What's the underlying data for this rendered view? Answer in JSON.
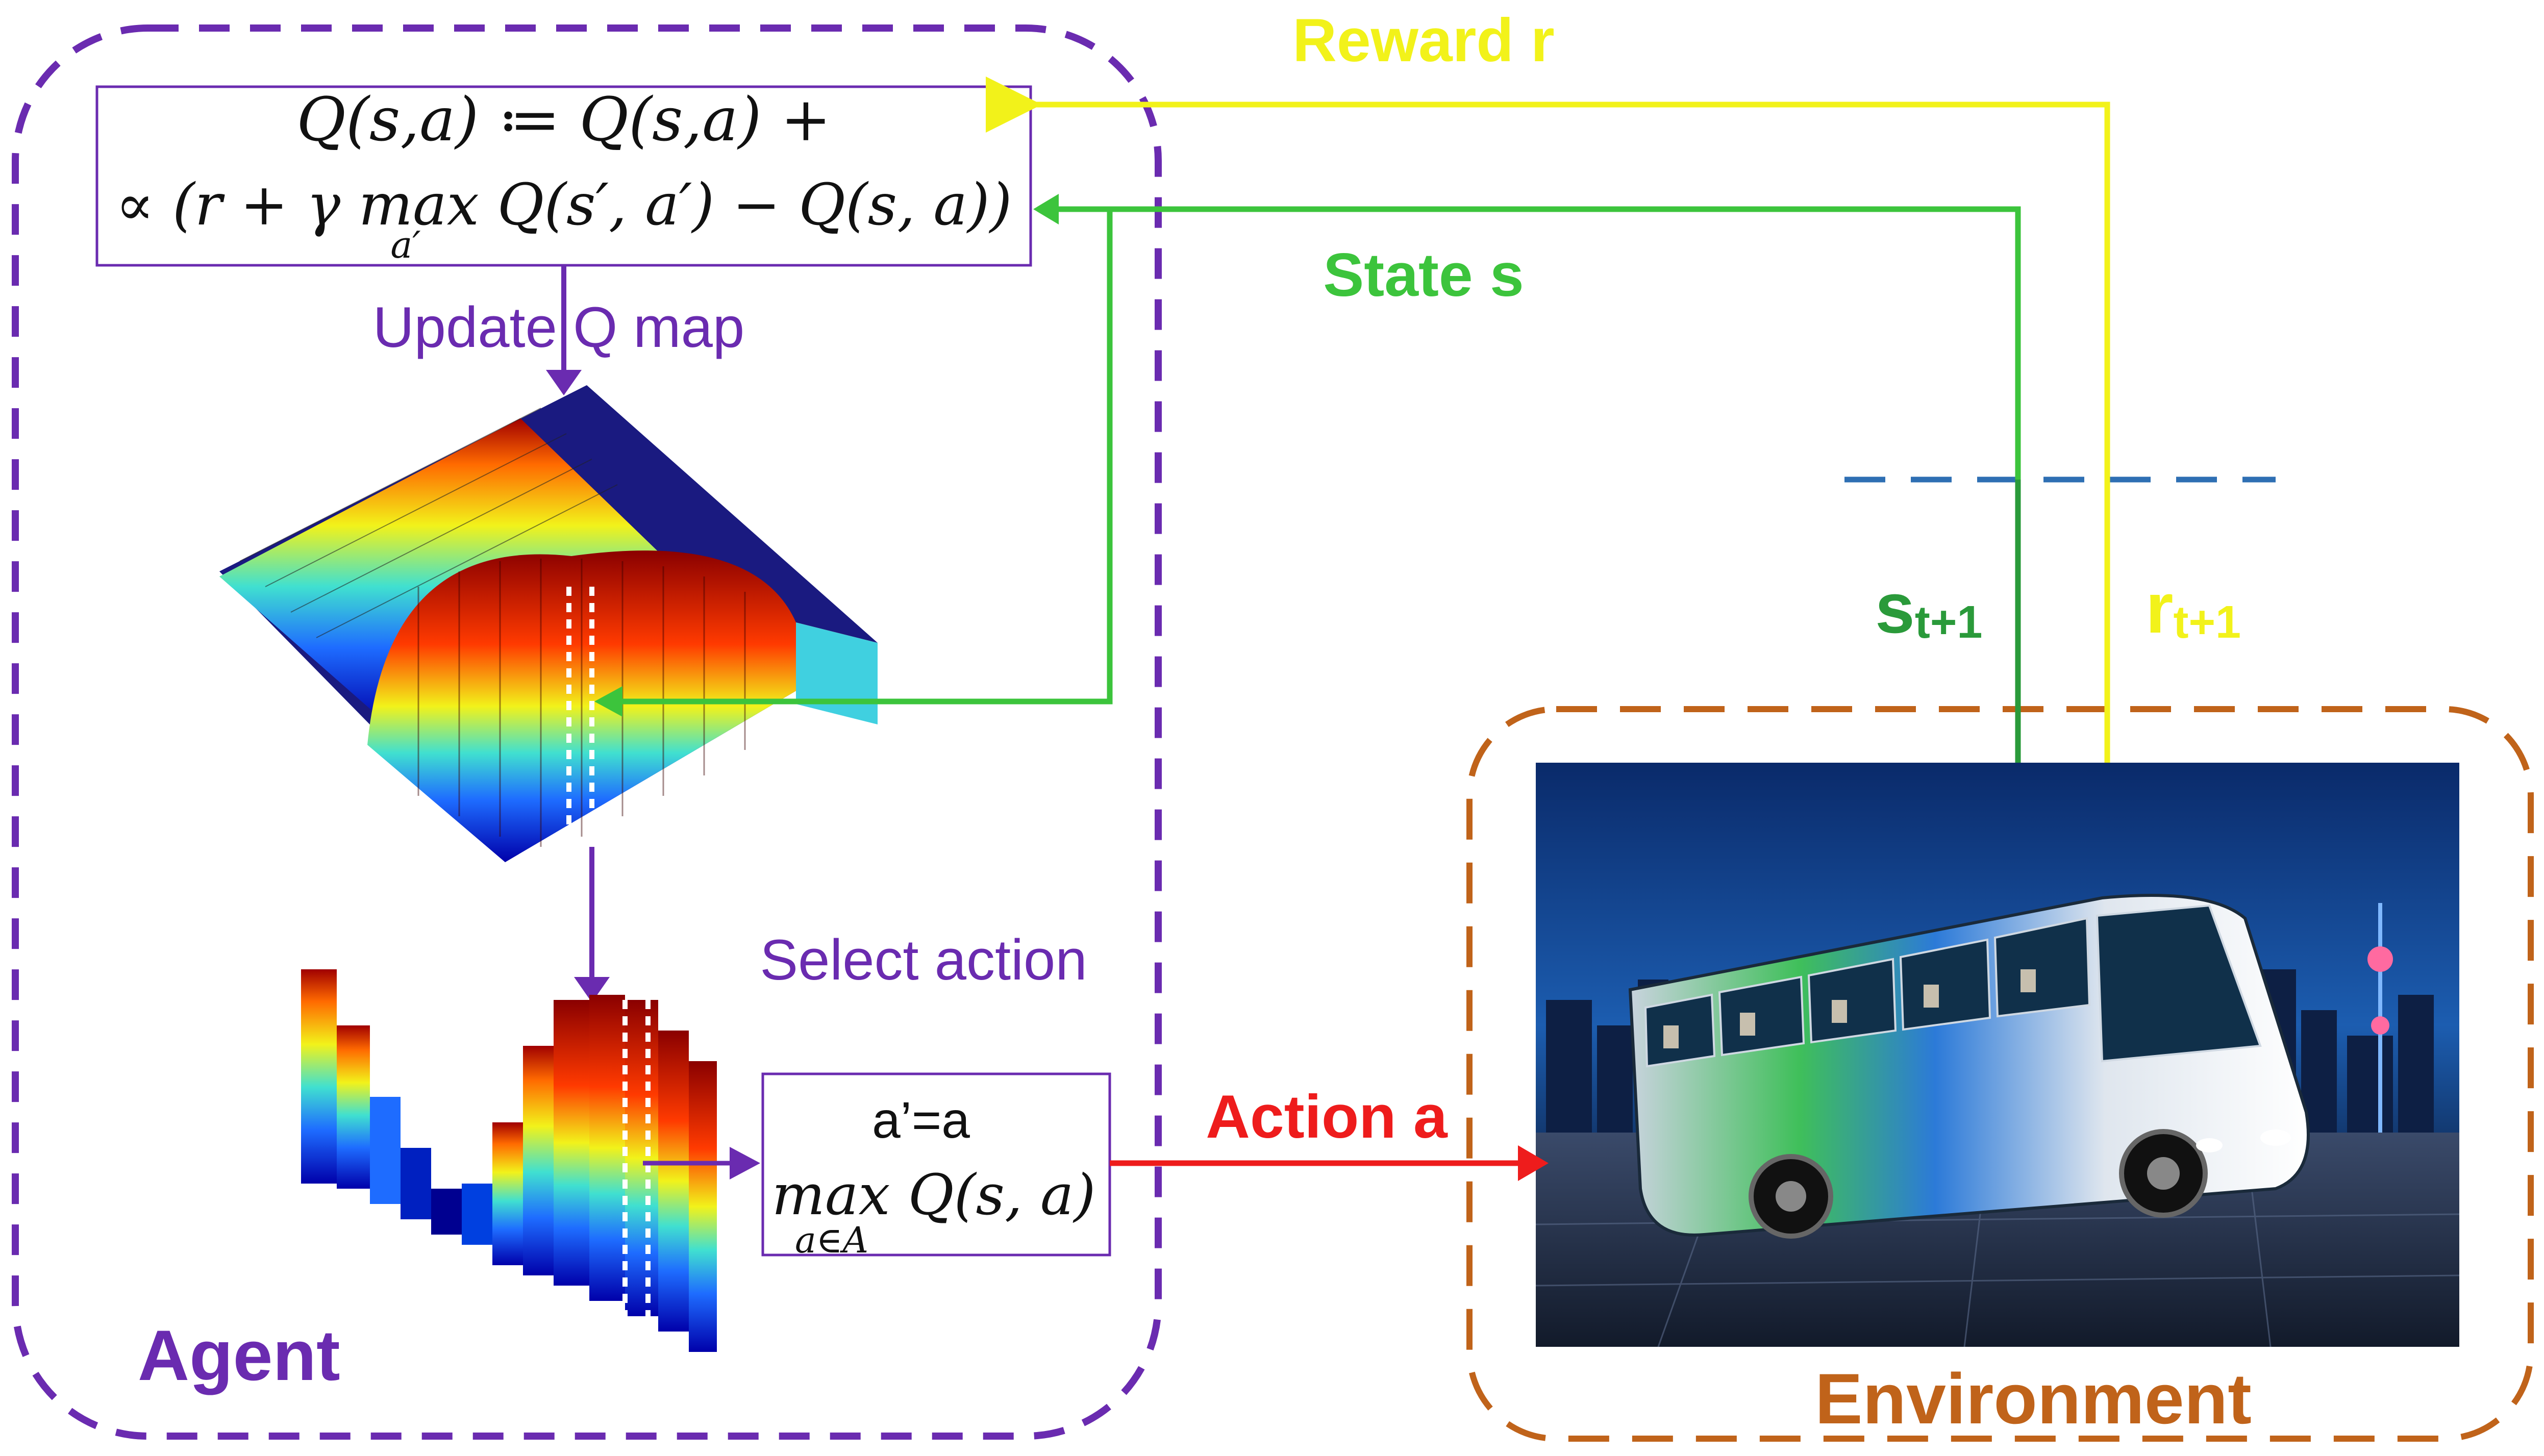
{
  "colors": {
    "agent_border": "#6a2bb0",
    "environment_border": "#c0631a",
    "reward": "#f2f21a",
    "state": "#3cc43c",
    "state_next": "#2a9a3a",
    "action": "#ee1c1c",
    "dash_line": "#2e6fb3",
    "formula_border": "#6a2bb0"
  },
  "agent": {
    "label": "Agent",
    "update_formula_line1": "Q(s,a) ≔ Q(s,a) +",
    "update_formula_line2": "∝ (r + γ max Q(s′, a′) − Q(s, a))",
    "update_formula_sub": "a′",
    "update_label": "Update Q map",
    "select_label": "Select action",
    "action_formula_line1": "a’=a",
    "action_formula_line2": "max Q(s, a)",
    "action_formula_sub": "a∈A"
  },
  "environment": {
    "label": "Environment",
    "image": "bus-photo"
  },
  "signals": {
    "reward": "Reward  r",
    "state": "State  s",
    "action": "Action  a",
    "s_next_base": "s",
    "s_next_sub": "t+1",
    "r_next_base": "r",
    "r_next_sub": "t+1"
  }
}
